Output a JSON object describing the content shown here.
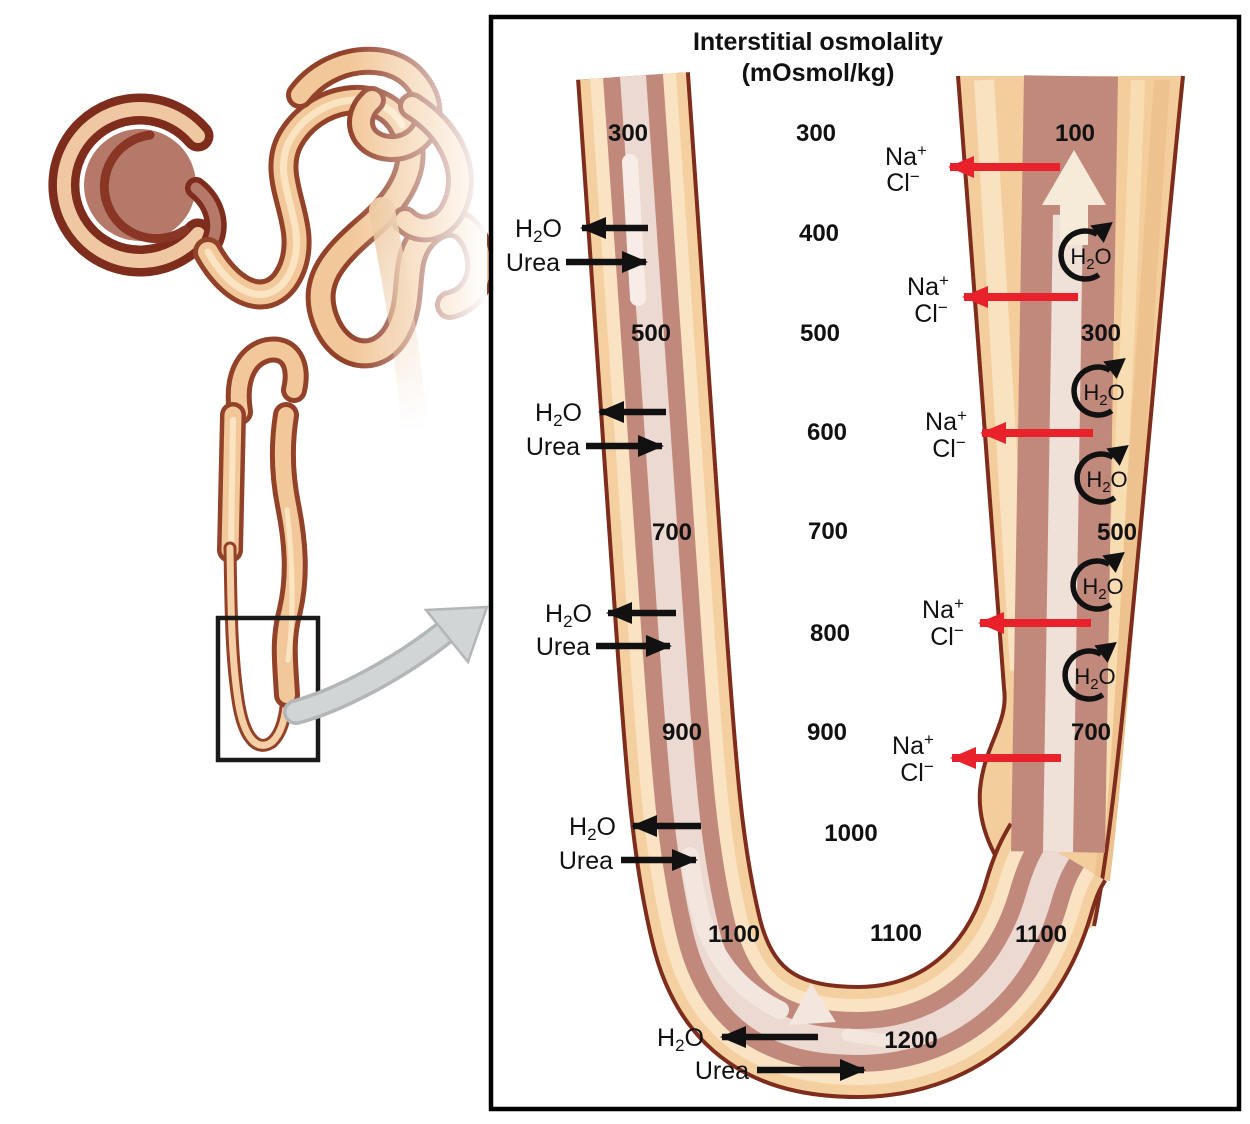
{
  "panel": {
    "title_line1": "Interstitial osmolality",
    "title_line2": "(mOsmol/kg)",
    "descending_values": [
      "300",
      "500",
      "700",
      "900",
      "1100"
    ],
    "interstitium_values": [
      "300",
      "400",
      "500",
      "600",
      "700",
      "800",
      "900",
      "1000",
      "1100"
    ],
    "ascending_values": [
      "100",
      "300",
      "500",
      "700",
      "1100"
    ],
    "bend_value": "1200",
    "labels": {
      "h2o_h": "H",
      "h2o_sub": "2",
      "h2o_o": "O",
      "urea": "Urea",
      "na": "Na",
      "na_sup": "+",
      "cl": "Cl",
      "cl_sup": "−"
    },
    "colors": {
      "red_arrow": "#e8212b",
      "black_arrow": "#111111",
      "tube_outline": "#7e2c1c",
      "tube_wall_cream": "#f4d0a0",
      "tube_wall_light": "#f9e3c2",
      "tube_mauve": "#c1897b",
      "tube_lumen": "#ecd9d1",
      "ascending_beige": "#f3cd9c",
      "flow_arrow_white": "#f2e6de",
      "zoom_arrow_gray": "#d2d5d6"
    }
  }
}
